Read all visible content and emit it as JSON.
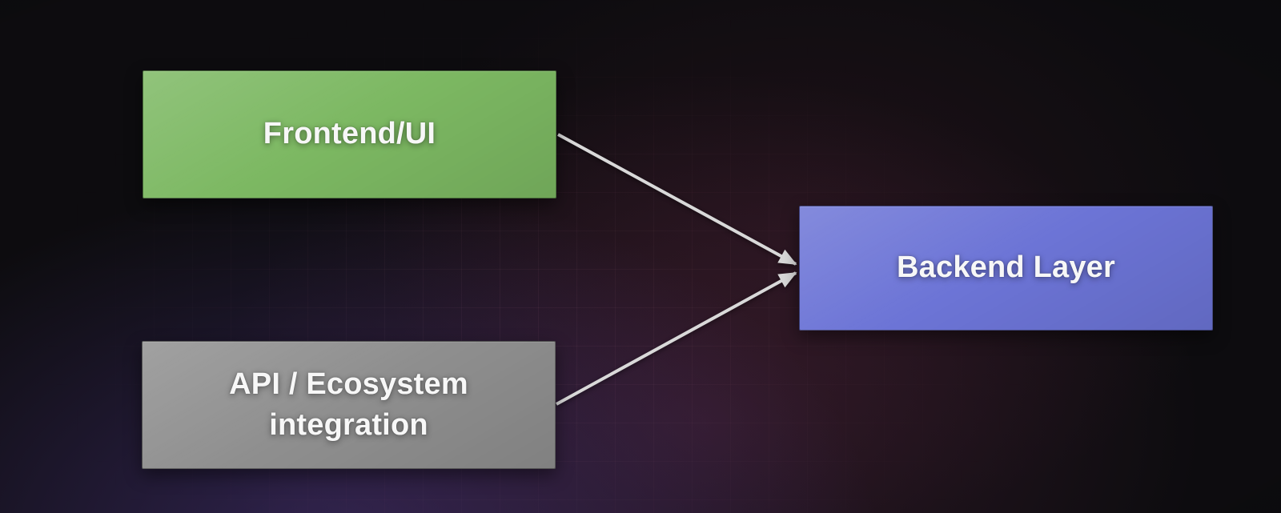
{
  "diagram": {
    "nodes": {
      "frontend": {
        "label": "Frontend/UI",
        "fill": "#7cb862"
      },
      "api": {
        "lines": [
          "API / Ecosystem",
          "integration"
        ],
        "fill": "#8f8f8f"
      },
      "backend": {
        "label": "Backend Layer",
        "fill": "#6c74d6"
      }
    },
    "edges": [
      {
        "from": "frontend",
        "to": "backend"
      },
      {
        "from": "api",
        "to": "backend"
      }
    ],
    "colors": {
      "background": "#0d0c0f",
      "glow_purple": "#4c3682",
      "glow_maroon": "#7a345c",
      "grid_line": "#ffa5c3",
      "arrow": "#d9d9d9",
      "text": "#f7f7f7"
    }
  }
}
